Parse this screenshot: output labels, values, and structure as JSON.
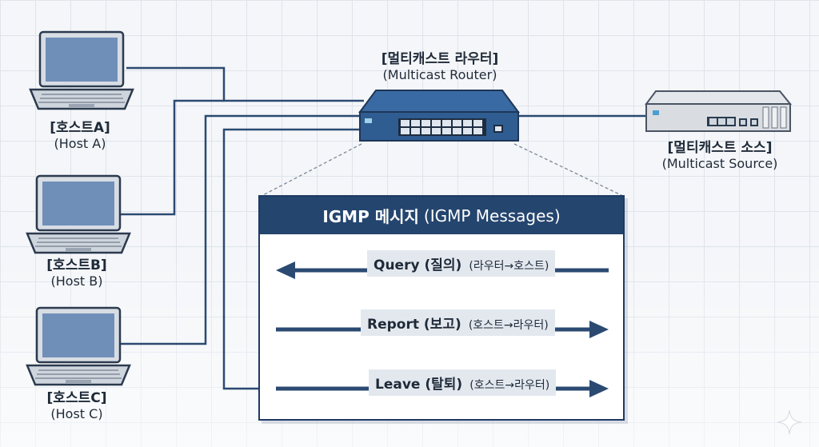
{
  "router": {
    "ko": "[멀티캐스트 라우터]",
    "en": "(Multicast Router)"
  },
  "source": {
    "ko": "[멀티캐스트 소스]",
    "en": "(Multicast Source)"
  },
  "hosts": [
    {
      "ko": "[호스트A]",
      "en": "(Host A)"
    },
    {
      "ko": "[호스트B]",
      "en": "(Host B)"
    },
    {
      "ko": "[호스트C]",
      "en": "(Host C)"
    }
  ],
  "panel": {
    "title_main": "IGMP 메시지",
    "title_sub": "(IGMP Messages)",
    "messages": [
      {
        "name": "Query (질의)",
        "direction": "(라우터→호스트)",
        "arrow": "left"
      },
      {
        "name": "Report (보고)",
        "direction": "(호스트→라우터)",
        "arrow": "right"
      },
      {
        "name": "Leave (탈퇴)",
        "direction": "(호스트→라우터)",
        "arrow": "right"
      }
    ]
  },
  "colors": {
    "line": "#2b4a72",
    "panel_header": "#24456e",
    "switch": "#2f5d91"
  }
}
